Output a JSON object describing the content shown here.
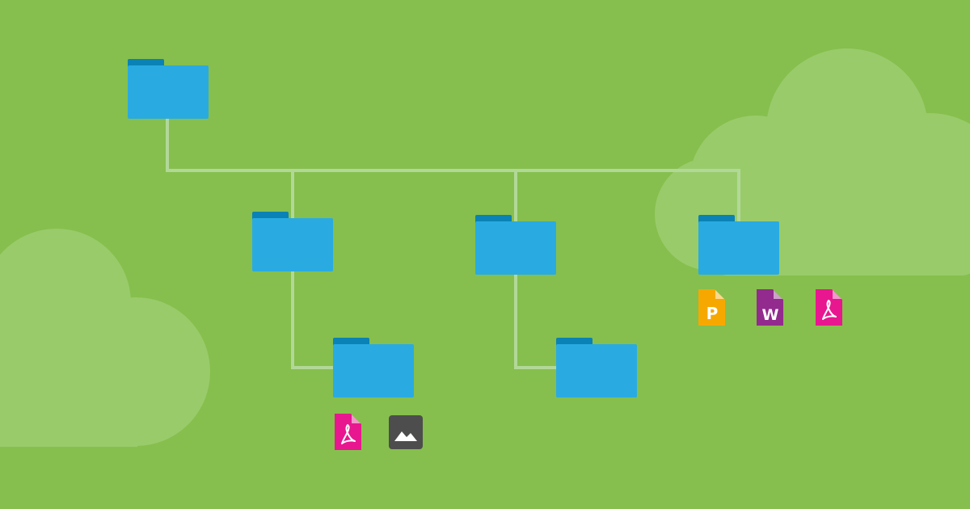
{
  "colors": {
    "background": "#86bf4d",
    "cloud": "#99cb6b",
    "connector": "#b2d898",
    "folder_body": "#29abe2",
    "folder_tab": "#0b82b5",
    "pdf_file": "#e8178f",
    "powerpoint_file": "#f7a800",
    "word_file": "#922b8d",
    "image_file": "#4d4d4d",
    "file_fold": "#ffffff"
  },
  "tree": {
    "root": {
      "icon": "folder-icon",
      "children": [
        "folder-a",
        "folder-b",
        "folder-c"
      ]
    },
    "folder-a": {
      "icon": "folder-icon",
      "children": [
        "folder-a1"
      ]
    },
    "folder-b": {
      "icon": "folder-icon",
      "children": [
        "folder-b1"
      ]
    },
    "folder-c": {
      "icon": "folder-icon",
      "children": [],
      "files": [
        "powerpoint-file-icon",
        "word-file-icon",
        "pdf-file-icon"
      ]
    },
    "folder-a1": {
      "icon": "folder-icon",
      "children": [],
      "files": [
        "pdf-file-icon",
        "image-file-icon"
      ]
    },
    "folder-b1": {
      "icon": "folder-icon",
      "children": []
    }
  },
  "file_letters": {
    "powerpoint": "P",
    "word": "W"
  }
}
